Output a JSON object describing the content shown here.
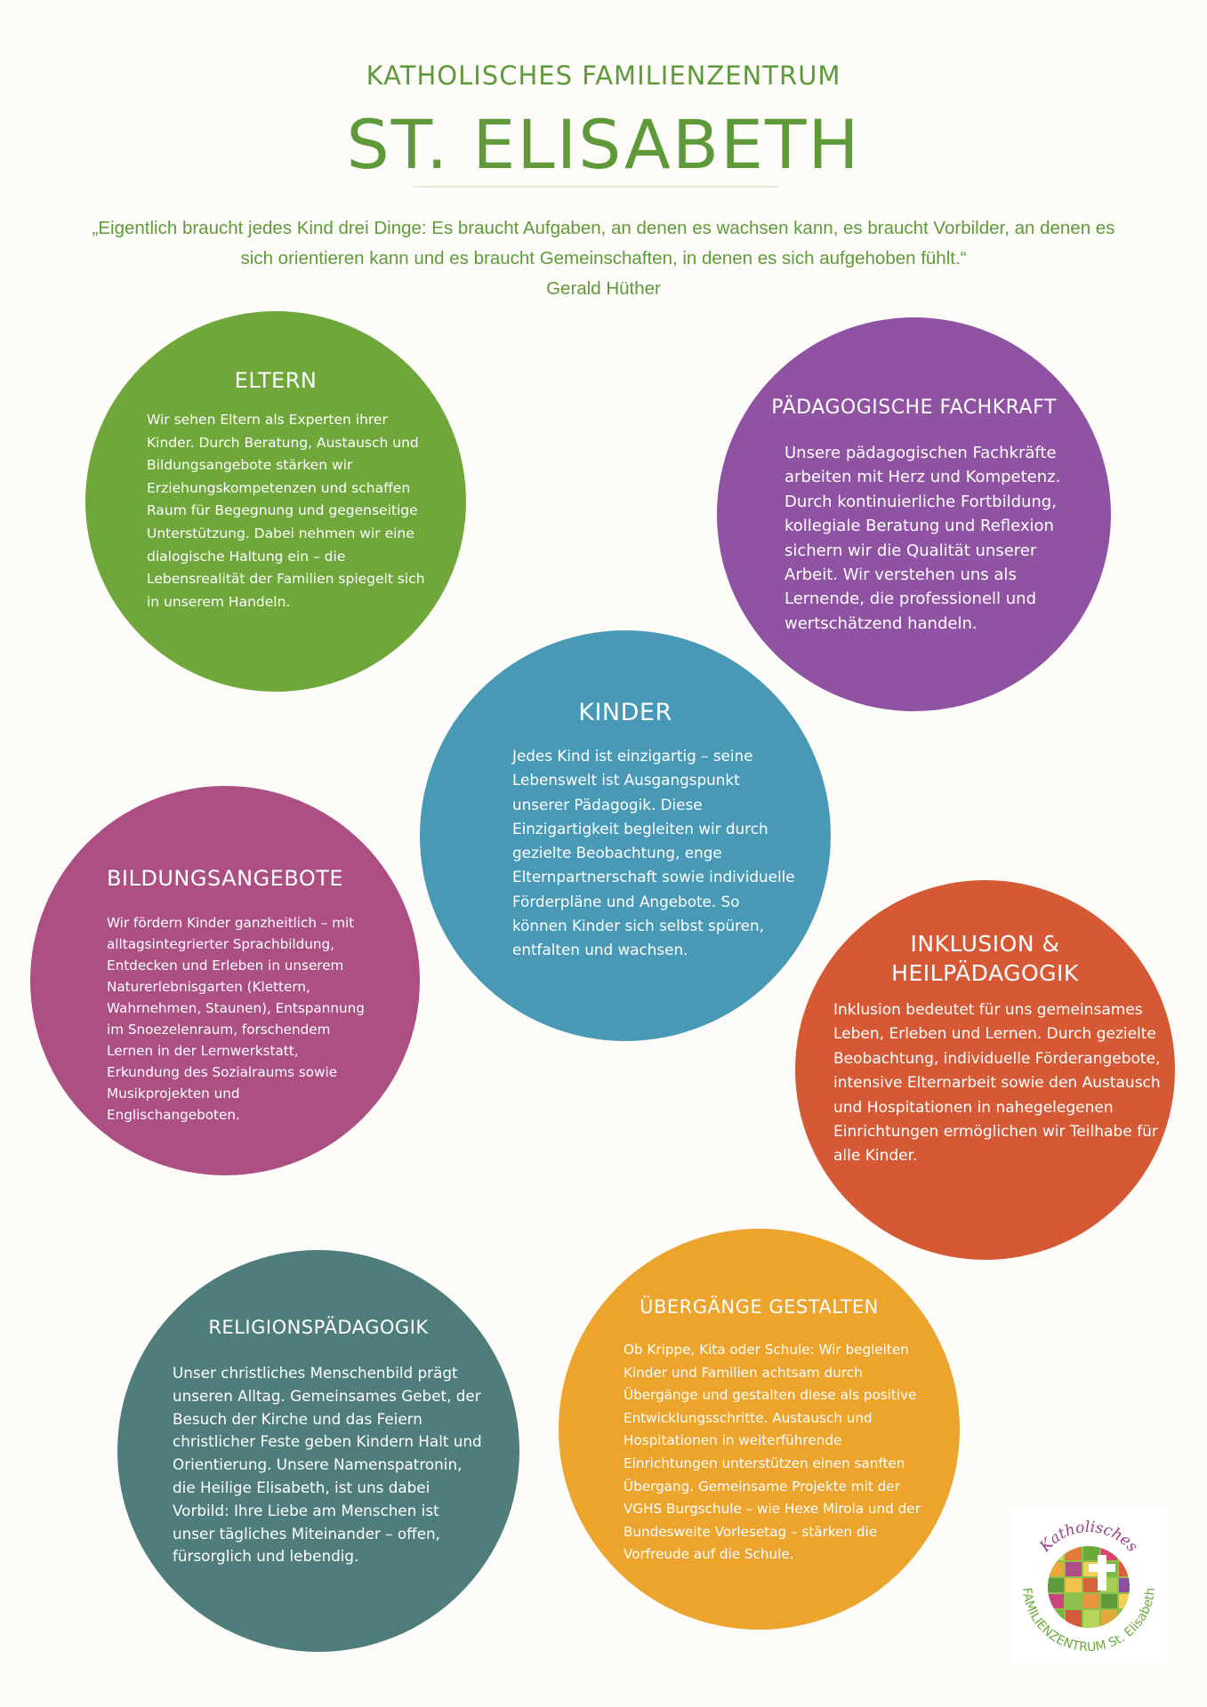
{
  "header": {
    "subtitle": "KATHOLISCHES FAMILIENZENTRUM",
    "title": "ST. ELISABETH"
  },
  "quote": {
    "text": "„Eigentlich braucht jedes Kind drei Dinge: Es braucht Aufgaben, an denen es wachsen kann, es braucht Vorbilder, an denen es sich orientieren kann und es braucht Gemeinschaften, in denen es sich aufgehoben fühlt.“",
    "author": "Gerald Hüther"
  },
  "circles": {
    "eltern": {
      "title": "ELTERN",
      "text": "Wir sehen Eltern als Experten ihrer Kinder. Durch Beratung, Austausch und Bildungsangebote stärken wir Erziehungskompetenzen und schaffen Raum für Begegnung und gegenseitige Unterstützung. Dabei nehmen wir eine dialogische Haltung ein – die Lebensrealität der Familien spiegelt sich in unserem Handeln.",
      "color": "#6fa73b"
    },
    "fachkraft": {
      "title": "PÄDAGOGISCHE FACHKRAFT",
      "text": "Unsere pädagogischen Fachkräfte arbeiten mit Herz und Kompetenz. Durch kontinuierliche Fortbildung, kollegiale Beratung und Reflexion sichern wir die Qualität unserer Arbeit. Wir verstehen uns als Lernende, die professionell und wertschätzend handeln.",
      "color": "#9052a2"
    },
    "kinder": {
      "title": "KINDER",
      "text": "Jedes Kind ist einzigartig – seine Lebenswelt ist Ausgangspunkt unserer Pädagogik. Diese Einzigartigkeit begleiten wir durch gezielte Beobachtung, enge Elternpartnerschaft sowie individuelle Förderpläne und Angebote. So können Kinder sich selbst spüren, entfalten und wachsen.",
      "color": "#4899b6"
    },
    "bildung": {
      "title": "BILDUNGSANGEBOTE",
      "text": "Wir fördern Kinder ganzheitlich – mit alltagsintegrierter Sprachbildung, Entdecken und Erleben in unserem Naturerlebnisgarten (Klettern, Wahrnehmen, Staunen), Entspannung im Snoezelenraum, forschendem Lernen in der Lernwerkstatt, Erkundung des Sozialraums sowie Musikprojekten und Englischangeboten.",
      "color": "#ac4f83"
    },
    "inklusion": {
      "title": "INKLUSION & HEILPÄDAGOGIK",
      "text": "Inklusion bedeutet für uns gemeinsames Leben, Erleben und Lernen. Durch gezielte Beobachtung, individuelle Förderangebote, intensive Elternarbeit sowie den Austausch und Hospitationen in nahegelegenen Einrichtungen ermöglichen wir Teilhabe für alle Kinder.",
      "color": "#d65935"
    },
    "religion": {
      "title": "RELIGIONSPÄDAGOGIK",
      "text": "Unser christliches Menschenbild prägt unseren Alltag. Gemeinsames Gebet, der Besuch der Kirche und das Feiern christlicher Feste geben Kindern Halt und Orientierung. Unsere Namenspatronin, die Heilige Elisabeth, ist uns dabei Vorbild: Ihre Liebe am Menschen ist unser tägliches Miteinander – offen, fürsorglich und lebendig.",
      "color": "#4f7d7c"
    },
    "uebergang": {
      "title": "ÜBERGÄNGE GESTALTEN",
      "text": "Ob Krippe, Kita oder Schule: Wir begleiten Kinder und Familien achtsam durch Übergänge und gestalten diese als positive Entwicklungsschritte. Austausch und Hospitationen in weiterführende Einrichtungen unterstützen einen sanften Übergang. Gemeinsame Projekte mit der VGHS Burgschule – wie Hexe Mirola und der Bundesweite Vorlesetag – stärken die Vorfreude auf die Schule.",
      "color": "#eca42d"
    }
  },
  "logo": {
    "top_text": "Katholisches",
    "bottom_text": "FAMILIENZENTRUM St. Elisabeth"
  }
}
